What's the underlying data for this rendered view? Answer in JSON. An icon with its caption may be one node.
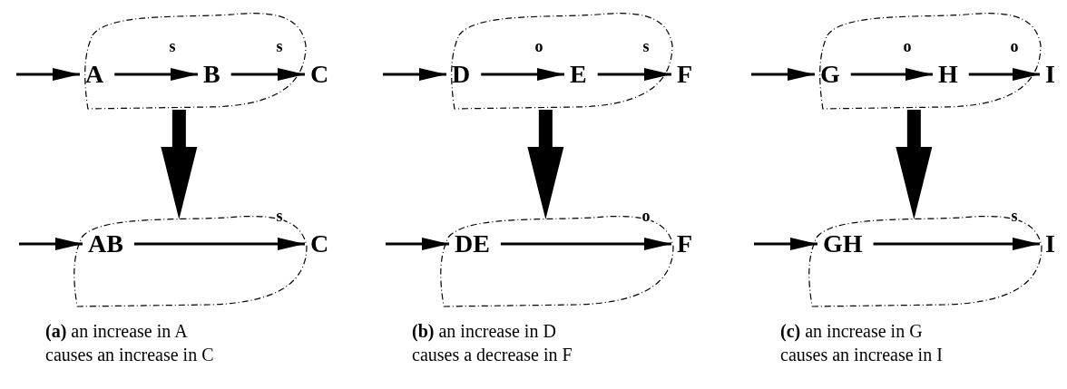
{
  "diagram": {
    "nodes": [
      {
        "text": [],
        "shape": "cloud"
      },
      {
        "text": [
          "A"
        ],
        "in": 0
      },
      {
        "text": [
          "B"
        ],
        "in": 0
      },
      {
        "text": [
          "C"
        ]
      },
      {
        "text": [],
        "shape": "cloud"
      },
      {
        "text": [
          "AB"
        ],
        "in": 4
      },
      {
        "text": [
          "C"
        ]
      },
      {
        "text": [],
        "shape": "cloud"
      },
      {
        "text": [
          "D"
        ],
        "in": 7
      },
      {
        "text": [
          "E"
        ],
        "in": 7
      },
      {
        "text": [
          "F"
        ]
      },
      {
        "text": [],
        "shape": "cloud"
      },
      {
        "text": [
          "DE"
        ],
        "in": 11
      },
      {
        "text": [
          "F"
        ]
      },
      {
        "text": [],
        "shape": "cloud"
      },
      {
        "text": [
          "G"
        ],
        "in": 14
      },
      {
        "text": [
          "H"
        ],
        "in": 14
      },
      {
        "text": [
          "I"
        ]
      },
      {
        "text": [],
        "shape": "cloud"
      },
      {
        "text": [
          "GH"
        ],
        "in": 18
      },
      {
        "text": [
          "I"
        ]
      }
    ],
    "edges": [
      {
        "from": null,
        "to": 1,
        "arrow": "to"
      },
      {
        "from": 1,
        "to": 2,
        "arrow": "to",
        "label": "s"
      },
      {
        "from": 2,
        "to": 3,
        "arrow": "to",
        "label": "s"
      },
      {
        "from": 0,
        "to": 4,
        "arrow": "to",
        "style": "thick"
      },
      {
        "from": null,
        "to": 5,
        "arrow": "to"
      },
      {
        "from": 5,
        "to": 6,
        "arrow": "to",
        "label": "s"
      },
      {
        "from": null,
        "to": 8,
        "arrow": "to"
      },
      {
        "from": 8,
        "to": 9,
        "arrow": "to",
        "label": "o"
      },
      {
        "from": 9,
        "to": 10,
        "arrow": "to",
        "label": "s"
      },
      {
        "from": 7,
        "to": 11,
        "arrow": "to",
        "style": "thick"
      },
      {
        "from": null,
        "to": 12,
        "arrow": "to"
      },
      {
        "from": 12,
        "to": 13,
        "arrow": "to",
        "label": "o"
      },
      {
        "from": null,
        "to": 15,
        "arrow": "to"
      },
      {
        "from": 15,
        "to": 16,
        "arrow": "to",
        "label": "o"
      },
      {
        "from": 16,
        "to": 17,
        "arrow": "to",
        "label": "o"
      },
      {
        "from": 14,
        "to": 18,
        "arrow": "to",
        "style": "thick"
      },
      {
        "from": null,
        "to": 19,
        "arrow": "to"
      },
      {
        "from": 19,
        "to": 20,
        "arrow": "to",
        "label": "s"
      }
    ],
    "labels": [
      "**(a)** an increase in A causes an increase in C",
      "**(b)** an increase in D causes a decrease in F",
      "**(c)** an increase in G causes an increase in I"
    ]
  }
}
